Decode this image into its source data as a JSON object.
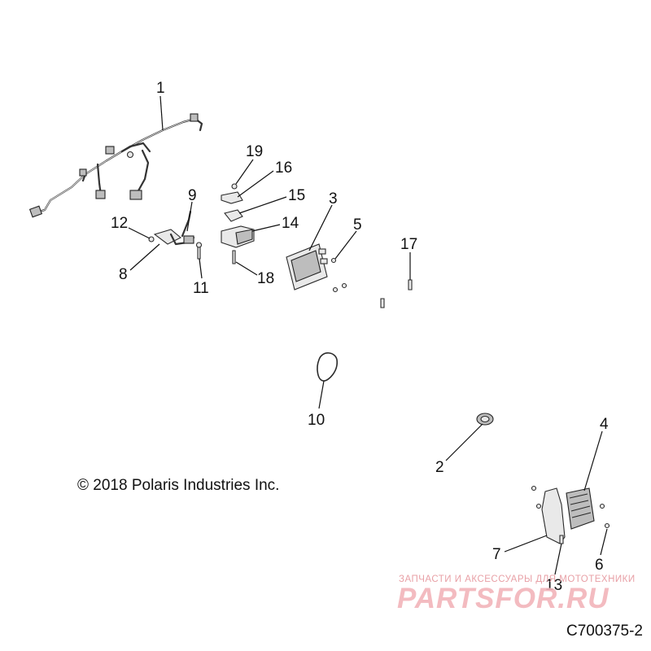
{
  "callouts": [
    {
      "id": "1",
      "label": "1"
    },
    {
      "id": "2",
      "label": "2"
    },
    {
      "id": "3",
      "label": "3"
    },
    {
      "id": "4",
      "label": "4"
    },
    {
      "id": "5",
      "label": "5"
    },
    {
      "id": "6",
      "label": "6"
    },
    {
      "id": "7",
      "label": "7"
    },
    {
      "id": "8",
      "label": "8"
    },
    {
      "id": "9",
      "label": "9"
    },
    {
      "id": "10",
      "label": "10"
    },
    {
      "id": "11",
      "label": "11"
    },
    {
      "id": "12",
      "label": "12"
    },
    {
      "id": "13",
      "label": "13"
    },
    {
      "id": "14",
      "label": "14"
    },
    {
      "id": "15",
      "label": "15"
    },
    {
      "id": "16",
      "label": "16"
    },
    {
      "id": "17",
      "label": "17"
    },
    {
      "id": "18",
      "label": "18"
    },
    {
      "id": "19",
      "label": "19"
    }
  ],
  "copyright": "© 2018 Polaris Industries Inc.",
  "drawing_id": "C700375-2",
  "watermark": {
    "tagline": "ЗАПЧАСТИ И АКСЕССУАРЫ ДЛЯ МОТОТЕХНИКИ",
    "brand": "PARTSFOR.RU"
  }
}
